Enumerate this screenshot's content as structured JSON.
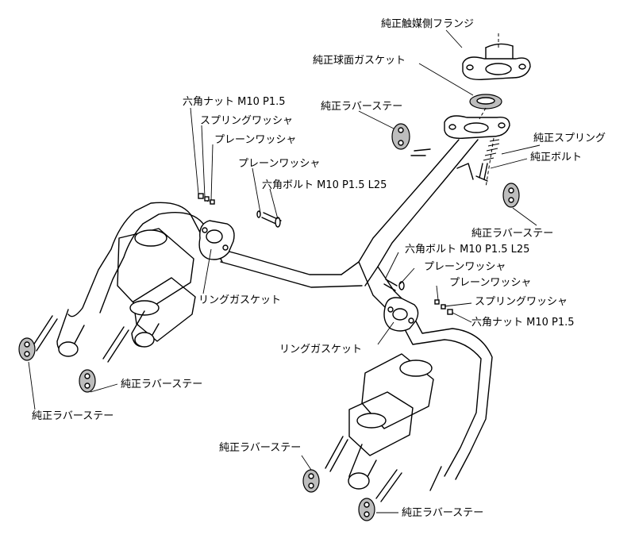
{
  "labels": {
    "oem_catalyst_flange": "純正触媒側フランジ",
    "oem_spherical_gasket": "純正球面ガスケット",
    "oem_rubber_stay_top": "純正ラバーステー",
    "oem_spring": "純正スプリング",
    "oem_bolt": "純正ボルト",
    "oem_rubber_stay_right": "純正ラバーステー",
    "hex_nut_left": "六角ナット M10 P1.5",
    "spring_washer_left": "スプリングワッシャ",
    "plain_washer_left": "プレーンワッシャ",
    "plain_washer_left2": "プレーンワッシャ",
    "hex_bolt_left": "六角ボルト M10 P1.5 L25",
    "ring_gasket_left": "リングガスケット",
    "hex_bolt_right": "六角ボルト M10 P1.5 L25",
    "plain_washer_right": "プレーンワッシャ",
    "plain_washer_right2": "プレーンワッシャ",
    "spring_washer_right": "スプリングワッシャ",
    "hex_nut_right": "六角ナット M10 P1.5",
    "ring_gasket_right": "リングガスケット",
    "oem_rubber_stay_lm": "純正ラバーステー",
    "oem_rubber_stay_ll": "純正ラバーステー",
    "oem_rubber_stay_rm": "純正ラバーステー",
    "oem_rubber_stay_rl": "純正ラバーステー"
  }
}
